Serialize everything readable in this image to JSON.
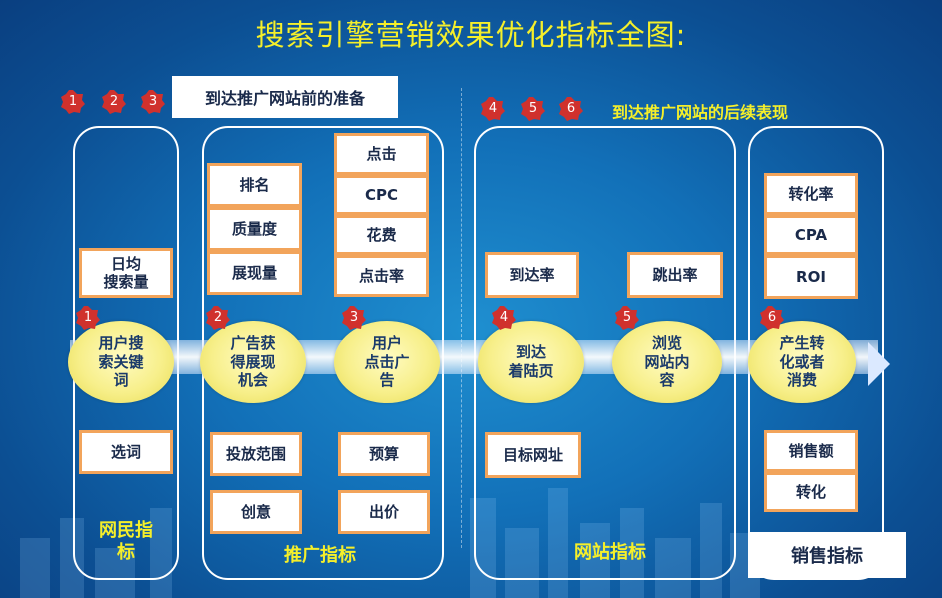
{
  "title": "搜索引擎营销效果优化指标全图:",
  "header_left": "到达推广网站前的准备",
  "header_right": "到达推广网站的后续表现",
  "badges_top_left": [
    "1",
    "2",
    "3"
  ],
  "badges_top_right": [
    "4",
    "5",
    "6"
  ],
  "steps": [
    {
      "num": "1",
      "label": "用户搜\n索关键\n词"
    },
    {
      "num": "2",
      "label": "广告获\n得展现\n机会"
    },
    {
      "num": "3",
      "label": "用户\n点击广\n告"
    },
    {
      "num": "4",
      "label": "到达\n着陆页"
    },
    {
      "num": "5",
      "label": "浏览\n网站内\n容"
    },
    {
      "num": "6",
      "label": "产生转\n化或者\n消费"
    }
  ],
  "netizen": {
    "above": "日均\n搜索量",
    "below": "选词",
    "footer": "网民指\n标"
  },
  "promotion": {
    "upper_left": [
      "排名",
      "质量度",
      "展现量"
    ],
    "upper_right": [
      "点击",
      "CPC",
      "花费",
      "点击率"
    ],
    "lower_left": [
      "投放范围",
      "创意"
    ],
    "lower_right": [
      "预算",
      "出价"
    ],
    "footer": "推广指标"
  },
  "website": {
    "upper": [
      "到达率",
      "跳出率"
    ],
    "lower": "目标网址",
    "footer": "网站指标"
  },
  "sales": {
    "upper": [
      "转化率",
      "CPA",
      "ROI"
    ],
    "lower": [
      "销售额",
      "转化"
    ],
    "footer": "销售指标"
  },
  "colors": {
    "title": "#f5ef2a",
    "badge": "#d0312d",
    "box_border": "#f2a45b",
    "ellipse": "#f7ef8a"
  }
}
